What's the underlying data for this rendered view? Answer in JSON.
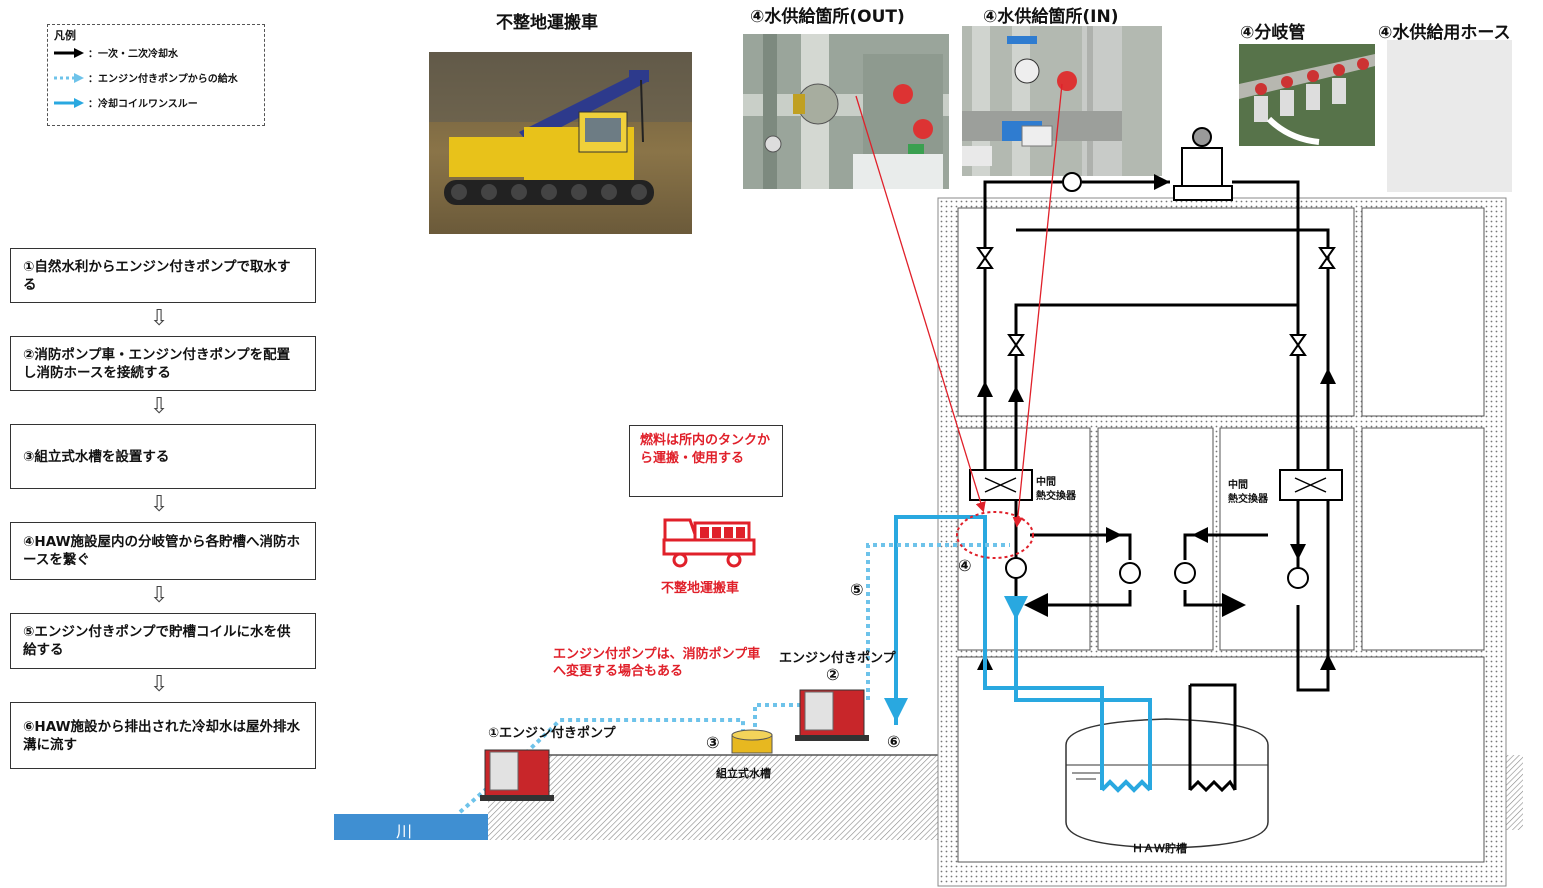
{
  "legend": {
    "title": "凡例",
    "items": [
      {
        "label": "：一次・二次冷却水",
        "color": "#000000",
        "style": "solid"
      },
      {
        "label": "：エンジン付きポンプからの給水",
        "color": "#6ec3ea",
        "style": "dotted"
      },
      {
        "label": "：冷却コイルワンスルー",
        "color": "#29a8e0",
        "style": "solid"
      }
    ]
  },
  "steps": [
    "①自然水利からエンジン付きポンプで取水する",
    "②消防ポンプ車・エンジン付きポンプを配置し消防ホースを接続する",
    "③組立式水槽を設置する",
    "④HAW施設屋内の分岐管から各貯槽へ消防ホースを繋ぐ",
    "⑤エンジン付きポンプで貯槽コイルに水を供給する",
    "⑥HAW施設から排出された冷却水は屋外排水溝に流す"
  ],
  "step_arrow": "⇩",
  "photos": {
    "vehicle": "不整地運搬車",
    "out": "④水供給箇所(OUT)",
    "in": "④水供給箇所(IN)",
    "branch": "④分岐管",
    "hose": "④水供給用ホース"
  },
  "notes": {
    "fuel": "燃料は所内のタンクから運搬・使用する",
    "truck": "不整地運搬車",
    "pump_change": "エンジン付ポンプは、消防ポンプ車へ変更する場合もある"
  },
  "labels": {
    "pump1": "①エンジン付きポンプ",
    "pump2": "エンジン付きポンプ",
    "n2": "②",
    "n3": "③",
    "n4": "④",
    "n5": "⑤",
    "n6": "⑥",
    "tank": "組立式水槽",
    "river": "川",
    "hx_left_1": "中間",
    "hx_left_2": "熱交換器",
    "hx_right_1": "中間",
    "hx_right_2": "熱交換器",
    "haw": "ＨＡＷ貯槽"
  },
  "colors": {
    "blue_solid": "#29a8e0",
    "blue_dotted": "#6ec3ea",
    "red": "#e0202a",
    "river": "#3f8fd2",
    "pump_red": "#c8262a"
  }
}
